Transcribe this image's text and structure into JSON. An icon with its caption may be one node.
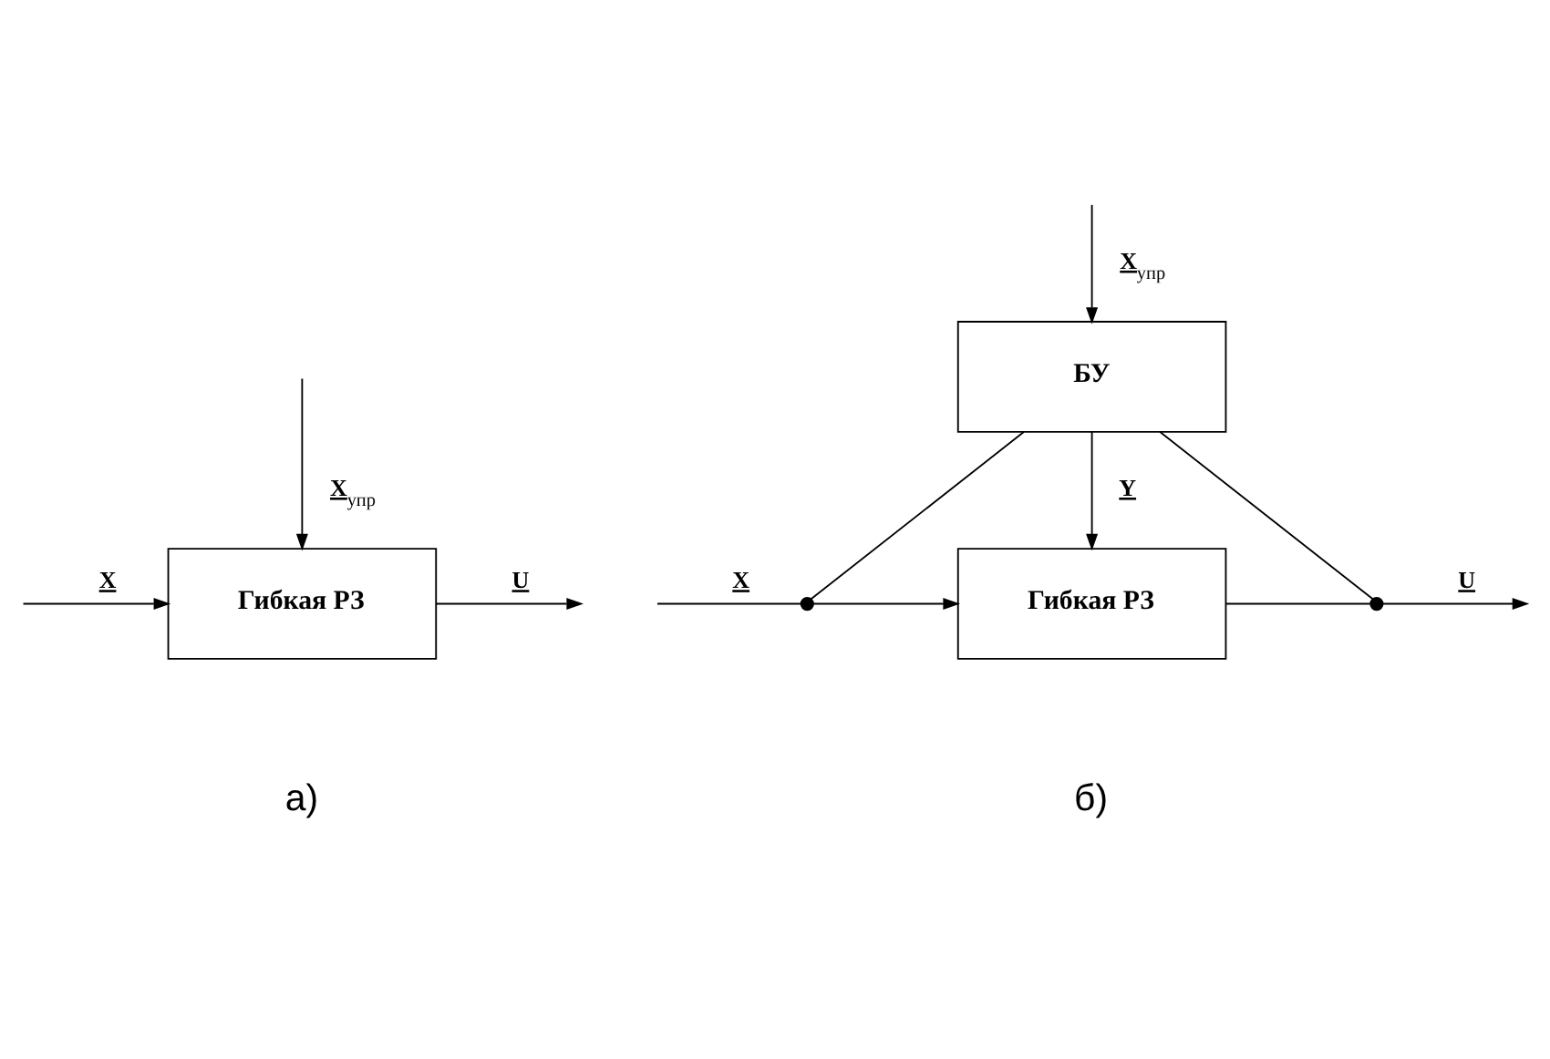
{
  "diagram": {
    "nodes": [
      {
        "text": [
          "Гибкая РЗ"
        ]
      },
      {
        "text": [
          "БУ"
        ]
      },
      {
        "text": [
          "Гибкая РЗ"
        ]
      },
      {
        "text": [],
        "shape": "circle"
      },
      {
        "text": [],
        "shape": "circle"
      }
    ],
    "edges": [
      {
        "from": null,
        "to": 0,
        "arrow": "to",
        "label": "X$_{упр}$"
      },
      {
        "from": null,
        "to": 0,
        "arrow": "to",
        "label": "X"
      },
      {
        "from": 0,
        "to": null,
        "arrow": "to",
        "label": "U"
      },
      {
        "from": null,
        "to": 1,
        "arrow": "to",
        "label": "X$_{упр}$"
      },
      {
        "from": null,
        "to": 3,
        "arrow": "none",
        "label": "X"
      },
      {
        "from": 3,
        "to": 2,
        "arrow": "to"
      },
      {
        "from": 3,
        "to": 1,
        "arrow": "none"
      },
      {
        "from": 1,
        "to": 2,
        "arrow": "to",
        "label": "Y"
      },
      {
        "from": 2,
        "to": 4,
        "arrow": "none"
      },
      {
        "from": 4,
        "to": null,
        "arrow": "to",
        "label": "U"
      },
      {
        "from": 4,
        "to": 1,
        "arrow": "none"
      }
    ],
    "labels": [
      "а)",
      "б)"
    ]
  }
}
